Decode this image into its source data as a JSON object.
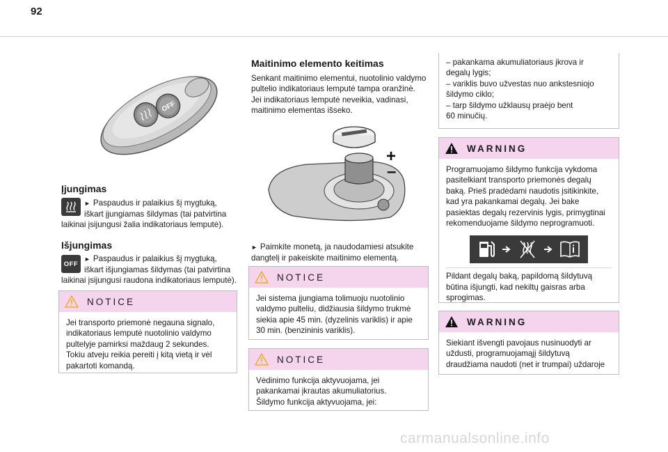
{
  "page": {
    "number": "92"
  },
  "col1": {
    "on_heading": "Įjungimas",
    "on_marker": "►",
    "on_line1": "Paspaudus ir palaikius šį mygtuką,",
    "on_line2": "iškart įjungiamas šildymas (tai patvirtina",
    "on_line3": "laikinai įsijungusi žalia indikatoriaus lemputė).",
    "off_heading": "Išjungimas",
    "off_icon_text": "OFF",
    "off_marker": "►",
    "off_line1": "Paspaudus ir palaikius šį mygtuką,",
    "off_line2": "iškart išjungiamas šildymas (tai patvirtina",
    "off_line3": "laikinai įsijungusi raudona indikatoriaus lemputė).",
    "remote_off_label": "OFF",
    "notice": {
      "title": "NOTICE",
      "lines": [
        "Jei transporto priemonė negauna signalo,",
        "indikatoriaus lemputė nuotolinio valdymo",
        "pultelyje pamirksi maždaug 2 sekundes.",
        "Tokiu atveju reikia pereiti į kitą vietą ir vėl",
        "pakartoti komandą."
      ]
    }
  },
  "col2": {
    "heading": "Maitinimo elemento keitimas",
    "intro_lines": [
      "Senkant maitinimo elementui, nuotolinio valdymo",
      "pultelio indikatoriaus lemputė tampa oranžinė.",
      "Jei indikatoriaus lemputė neveikia, vadinasi,",
      "maitinimo elementas išseko."
    ],
    "plus_sign": "+",
    "minus_sign": "–",
    "step_marker": "►",
    "step_line1": "Paimkite monetą, ja naudodamiesi atsukite",
    "step_line2": "dangtelį ir pakeiskite maitinimo elementą.",
    "notice1": {
      "title": "NOTICE",
      "lines": [
        "Jei sistema įjungiama tolimuoju nuotolinio",
        "valdymo pulteliu, didžiausia šildymo trukmė",
        "siekia apie 45 min. (dyzelinis variklis) ir apie",
        "30 min. (benzininis variklis)."
      ]
    },
    "notice2": {
      "title": "NOTICE",
      "lines": [
        "Vėdinimo funkcija aktyvuojama, jei",
        "pakankamai įkrautas akumuliatorius.",
        "Šildymo funkcija aktyvuojama, jei:"
      ]
    }
  },
  "col3": {
    "cont_lines": [
      "–  pakankama akumuliatoriaus įkrova ir",
      "degalų lygis;",
      "–  variklis buvo užvestas nuo ankstesniojo",
      "šildymo ciklo;",
      "–  tarp šildymo užklausų praėjo bent",
      "60 minučių."
    ],
    "warning1": {
      "title": "WARNING",
      "lines": [
        "Programuojamo šildymo funkcija vykdoma",
        "pasitelkiant transporto priemonės degalų",
        "baką. Prieš pradėdami naudotis įsitikinkite,",
        "kad yra pakankamai degalų. Jei bake",
        "pasiektas degalų rezervinis lygis, primygtinai",
        "rekomenduojame šildymo neprogramuoti."
      ],
      "after_lines": [
        "Pildant degalų baką, papildomą šildytuvą",
        "būtina išjungti, kad nekiltų gaisras arba",
        "sprogimas."
      ]
    },
    "warning2": {
      "title": "WARNING",
      "lines": [
        "Siekiant išvengti pavojaus nusinuodyti ar",
        "uždusti, programuojamąjį šildytuvą",
        "draudžiama naudoti (net ir trumpai) uždaroje"
      ]
    }
  },
  "footer": {
    "watermark": "carmanualsonline.info"
  },
  "colors": {
    "box_header": "#f5d5ee",
    "warning_triangle": "#f0a800",
    "text": "#1a1a1a"
  }
}
